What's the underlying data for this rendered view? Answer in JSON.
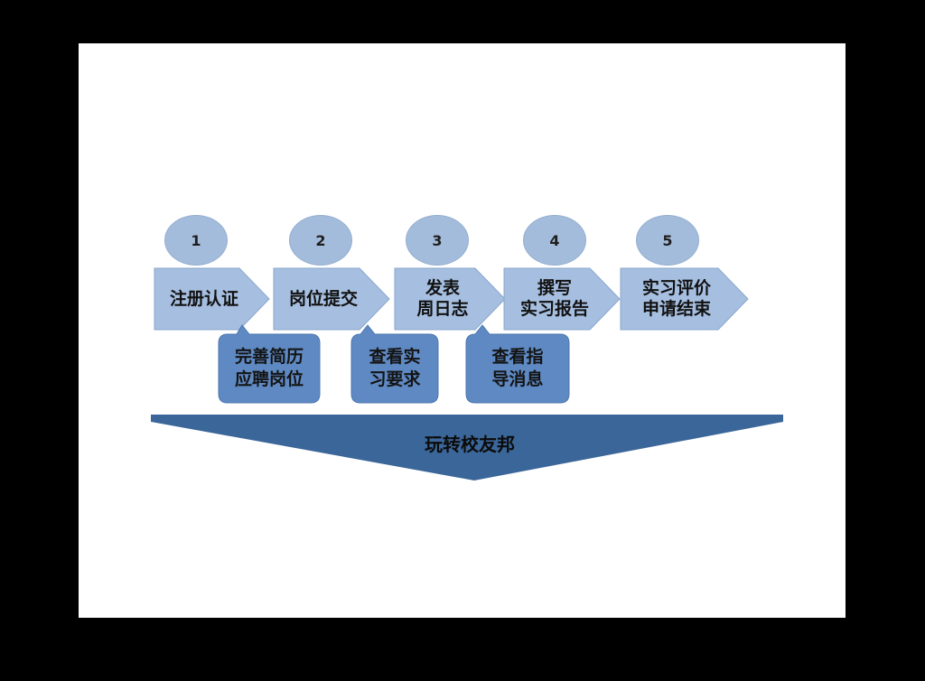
{
  "colors": {
    "background": "#000000",
    "slide": "#ffffff",
    "circle_fill": "#a4bcdb",
    "chevron_fill": "#a6bfe0",
    "chevron_stroke": "#8aa6cc",
    "callout_fill": "#5e89c2",
    "banner_fill": "#3b6699"
  },
  "steps": [
    {
      "number": "1",
      "label": "注册认证"
    },
    {
      "number": "2",
      "label": "岗位提交"
    },
    {
      "number": "3",
      "label": "发表\n周日志"
    },
    {
      "number": "4",
      "label": "撰写\n实习报告"
    },
    {
      "number": "5",
      "label": "实习评价\n申请结束"
    }
  ],
  "callouts": [
    {
      "label": "完善简历\n应聘岗位"
    },
    {
      "label": "查看实\n习要求"
    },
    {
      "label": "查看指\n导消息"
    }
  ],
  "banner": {
    "label": "玩转校友邦"
  }
}
